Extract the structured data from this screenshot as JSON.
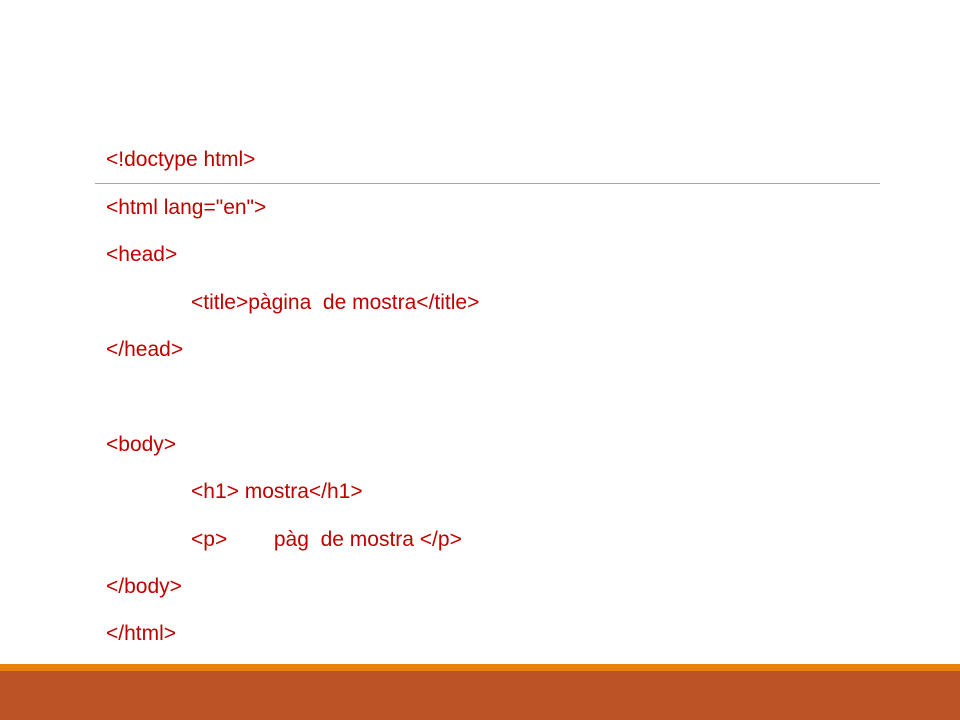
{
  "code_lines": [
    "<!doctype html>",
    "<html lang=\"en\">",
    "<head>",
    "<title>pàgina  de mostra</title>",
    "</head>",
    "<body>",
    "<h1> mostra</h1>",
    "<p>        pàg  de mostra </p>",
    "</body>",
    "</html>"
  ],
  "colors": {
    "code_text": "#c00000",
    "divider": "#a6a6a6",
    "footer_accent": "#e8820c",
    "footer_band": "#bb5327"
  }
}
